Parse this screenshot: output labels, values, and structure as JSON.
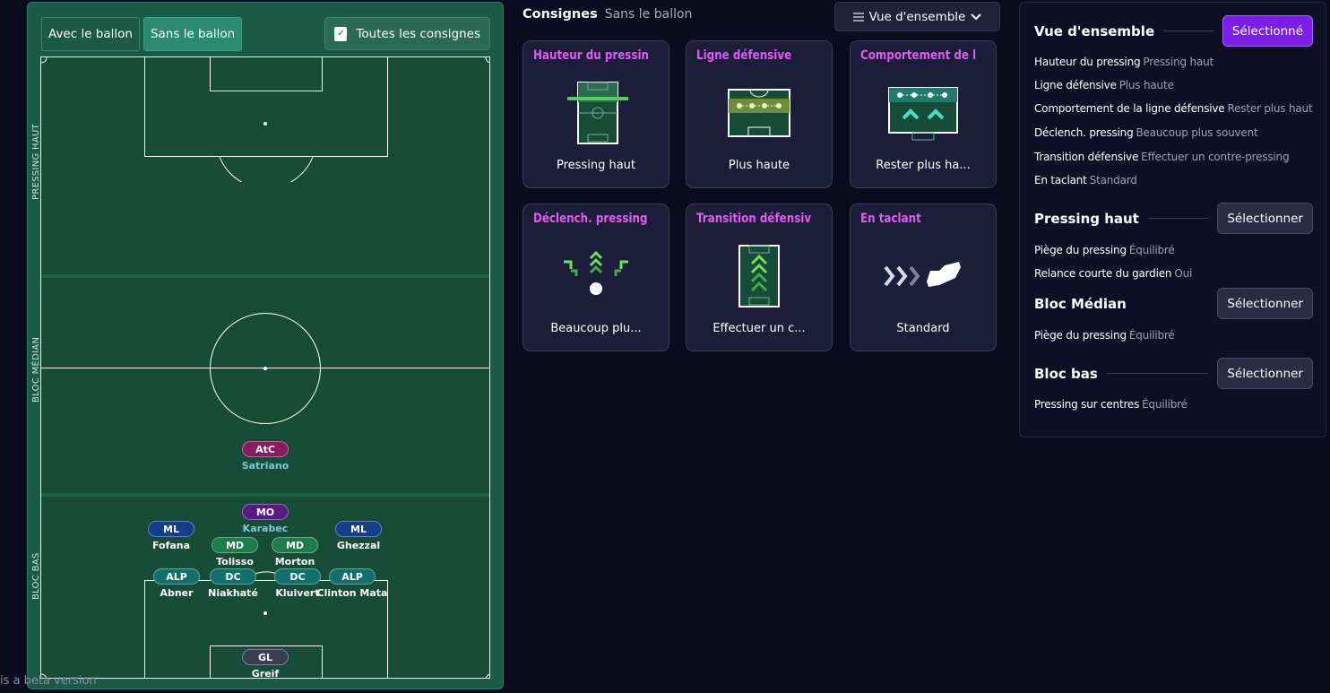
{
  "pitch": {
    "toggle_with_ball": "Avec le ballon",
    "toggle_without_ball": "Sans le ballon",
    "all_instructions": "Toutes les consignes",
    "zones": [
      "PRESSING HAUT",
      "BLOC MÉDIAN",
      "BLOC BAS"
    ],
    "players": [
      {
        "pos": "AtC",
        "name": "Satriano",
        "color": "#8a1b5e"
      },
      {
        "pos": "MO",
        "name": "Karabec",
        "color": "#5a1a85"
      },
      {
        "pos": "ML",
        "name": "Fofana",
        "color": "#143e8c"
      },
      {
        "pos": "ML",
        "name": "Ghezzal",
        "color": "#143e8c"
      },
      {
        "pos": "MD",
        "name": "Tolisso",
        "color": "#1e7c46"
      },
      {
        "pos": "MD",
        "name": "Morton",
        "color": "#1e7c46"
      },
      {
        "pos": "ALP",
        "name": "Abner",
        "color": "#12706a"
      },
      {
        "pos": "DC",
        "name": "Niakhaté",
        "color": "#12706a"
      },
      {
        "pos": "DC",
        "name": "Kluivert",
        "color": "#12706a"
      },
      {
        "pos": "ALP",
        "name": "Clinton Mata",
        "color": "#12706a"
      },
      {
        "pos": "GL",
        "name": "Greif",
        "color": "#3a3e55"
      }
    ]
  },
  "beta_text": "is a beta version",
  "center": {
    "title": "Consignes",
    "subtitle": "Sans le ballon",
    "view_dropdown": "Vue d'ensemble",
    "cards": [
      {
        "title": "Hauteur du pressing",
        "value": "Pressing haut",
        "icon": "pressing-height-icon"
      },
      {
        "title": "Ligne défensive",
        "value": "Plus haute",
        "icon": "defensive-line-icon"
      },
      {
        "title": "Comportement de la ligne défensive",
        "value": "Rester plus ha...",
        "icon": "line-behaviour-icon"
      },
      {
        "title": "Déclench. pressing",
        "value": "Beaucoup plu...",
        "icon": "pressing-trigger-icon"
      },
      {
        "title": "Transition défensive",
        "value": "Effectuer un c...",
        "icon": "defensive-transition-icon"
      },
      {
        "title": "En taclant",
        "value": "Standard",
        "icon": "tackling-boot-icon"
      }
    ]
  },
  "right": {
    "overview": {
      "title": "Vue d'ensemble",
      "button": "Sélectionné",
      "rows": [
        {
          "label": "Hauteur du pressing",
          "value": "Pressing haut"
        },
        {
          "label": "Ligne défensive",
          "value": "Plus haute"
        },
        {
          "label": "Comportement de la ligne défensive",
          "value": "Rester plus haut"
        },
        {
          "label": "Déclench. pressing",
          "value": "Beaucoup plus souvent"
        },
        {
          "label": "Transition défensive",
          "value": "Effectuer un contre-pressing"
        },
        {
          "label": "En taclant",
          "value": "Standard"
        }
      ]
    },
    "high_press": {
      "title": "Pressing haut",
      "button": "Sélectionner",
      "rows": [
        {
          "label": "Piège du pressing",
          "value": "Équilibré"
        },
        {
          "label": "Relance courte du gardien",
          "value": "Oui"
        }
      ]
    },
    "mid_block": {
      "title": "Bloc Médian",
      "button": "Sélectionner",
      "rows": [
        {
          "label": "Piège du pressing",
          "value": "Équilibré"
        }
      ]
    },
    "low_block": {
      "title": "Bloc bas",
      "button": "Sélectionner",
      "rows": [
        {
          "label": "Pressing sur centres",
          "value": "Équilibré"
        }
      ]
    }
  },
  "colors": {
    "accent_purple": "#7b1ee8",
    "card_title": "#e15cf2",
    "pitch": "#1b5a44"
  }
}
